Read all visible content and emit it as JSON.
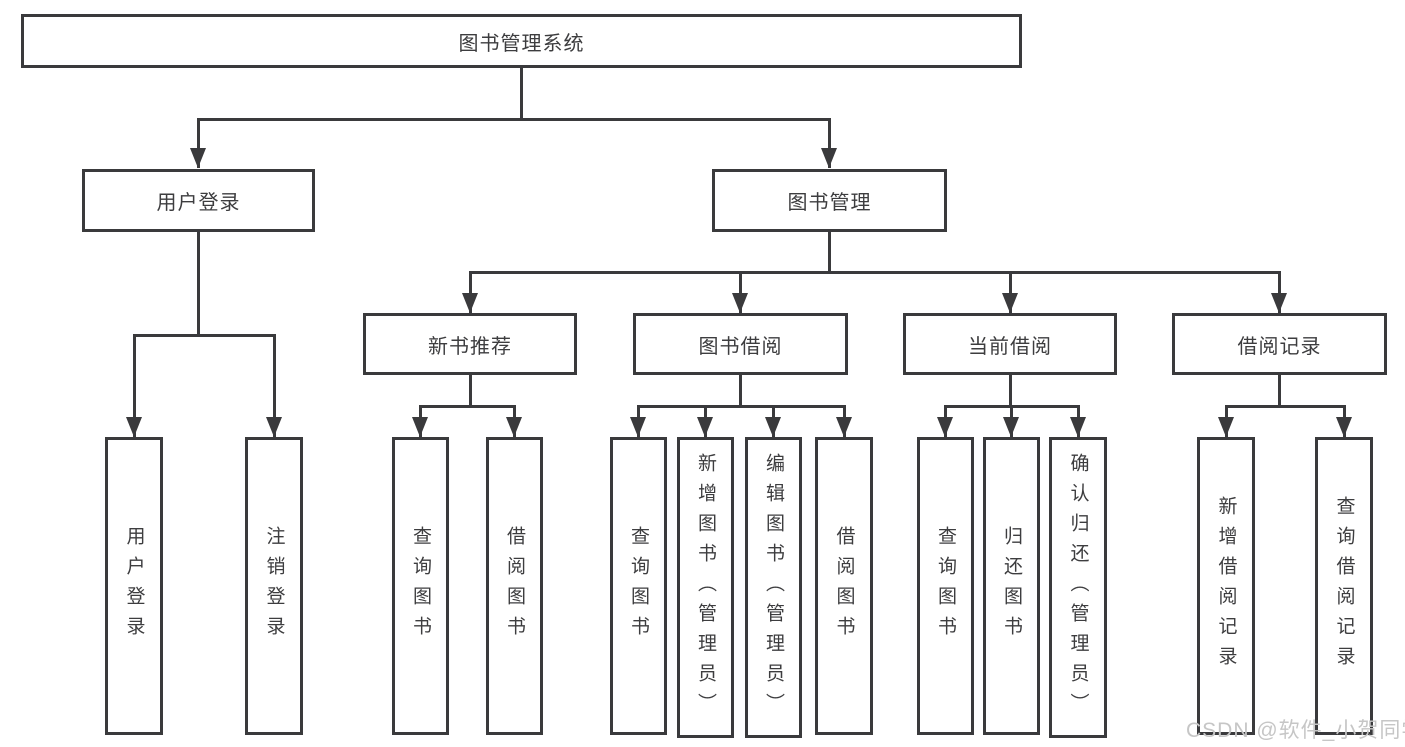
{
  "colors": {
    "line": "#3a3a3c",
    "text": "#3d3d3f",
    "watermark": "#c6c6c6",
    "background": "#ffffff"
  },
  "nodes": {
    "root": "图书管理系统",
    "user_login": "用户登录",
    "book_mgmt": "图书管理",
    "new_book_rec": "新书推荐",
    "book_borrowing": "图书借阅",
    "current_borrowing": "当前借阅",
    "borrowing_records": "借阅记录",
    "ul_user_login": "用户登录",
    "ul_logout": "注销登录",
    "nb_query_books": "查询图书",
    "nb_borrow_books": "借阅图书",
    "bb_query_books": "查询图书",
    "bb_add_books": "新增图书（管理员）",
    "bb_edit_books": "编辑图书（管理员）",
    "bb_borrow_books": "借阅图书",
    "cb_query_books": "查询图书",
    "cb_return_books": "归还图书",
    "cb_confirm_return": "确认归还（管理员）",
    "br_add_record": "新增借阅记录",
    "br_query_record": "查询借阅记录"
  },
  "watermark": {
    "text": "CSDN @软件_小贺同学"
  }
}
